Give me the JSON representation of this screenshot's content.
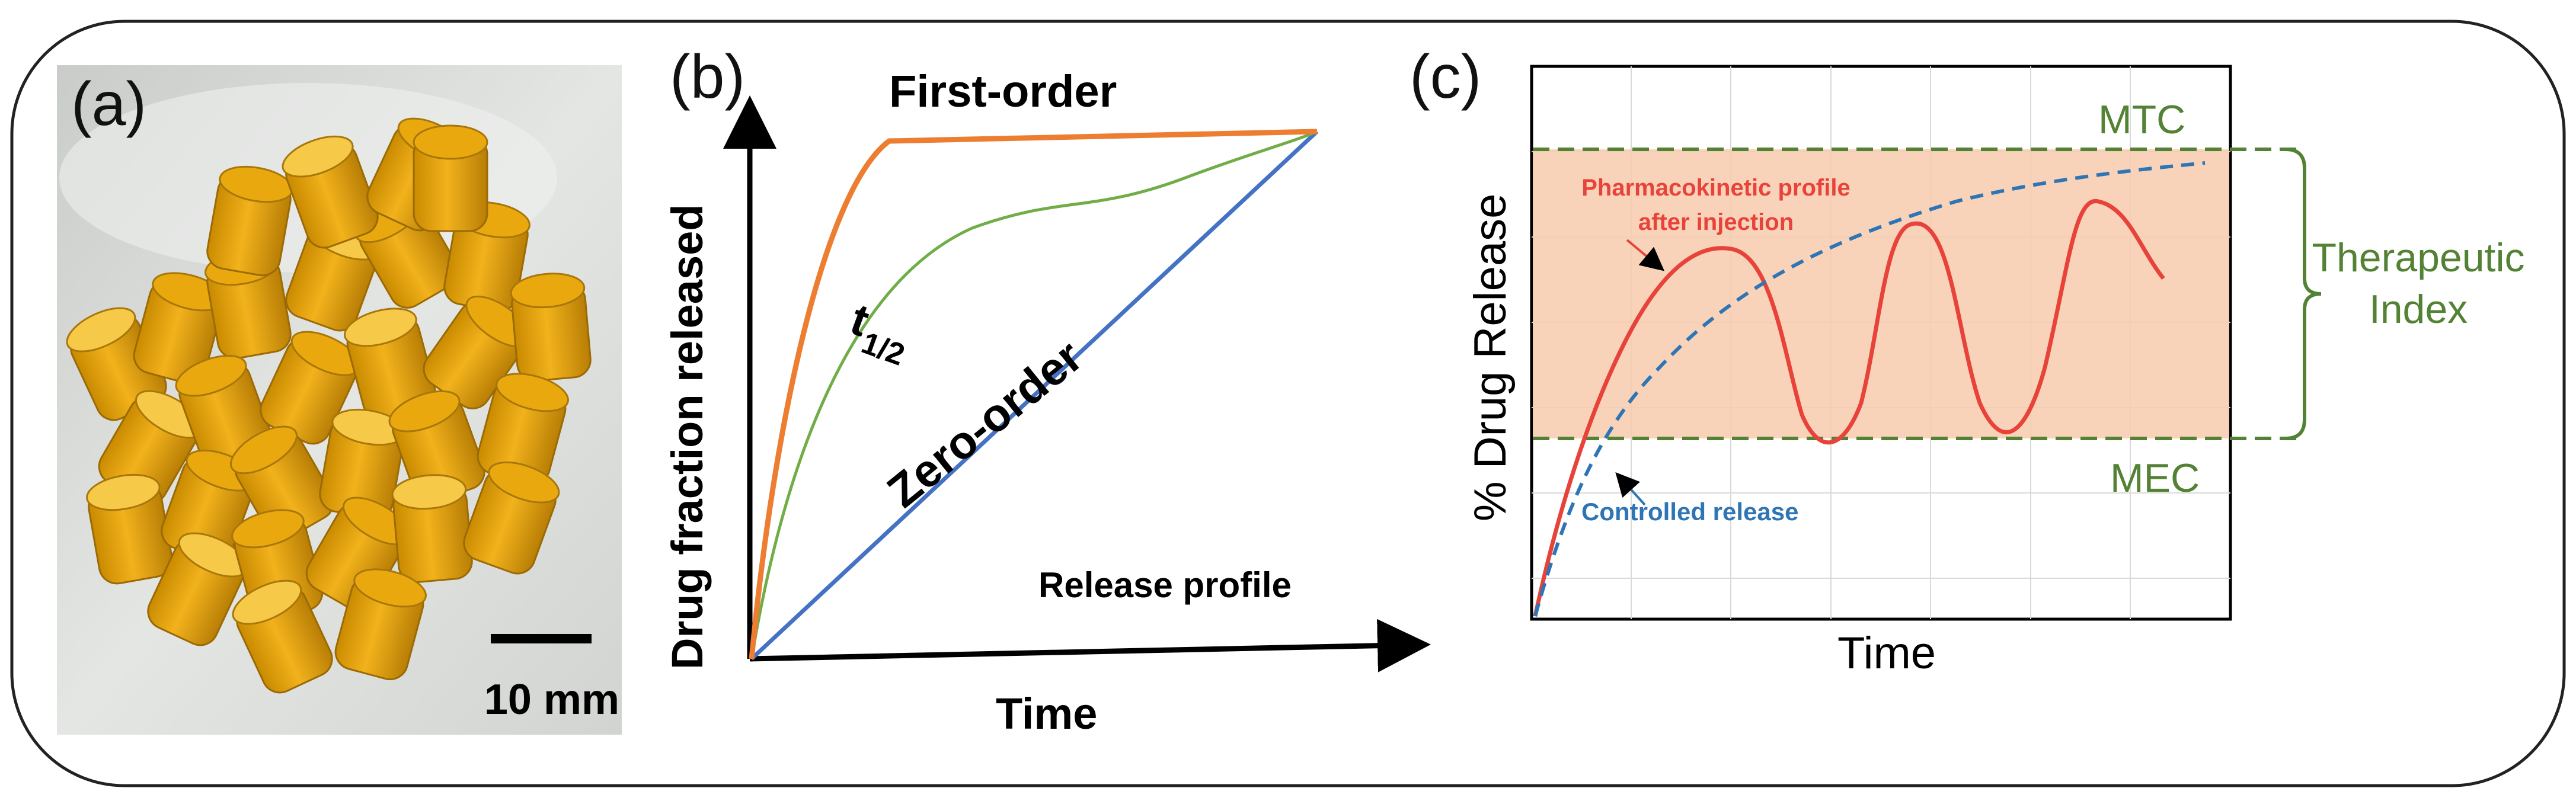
{
  "panels": {
    "a": {
      "label": "(a)",
      "scale_bar": "10 mm"
    },
    "b": {
      "label": "(b)",
      "title": "First-order",
      "xlabel": "Time",
      "ylabel": "Drug fraction released",
      "curve_labels": {
        "t_half_main": "t",
        "t_half_sub": "1/2",
        "zero_order": "Zero-order"
      },
      "caption": "Release profile",
      "colors": {
        "first_order": "#ed7d31",
        "half": "#70ad47",
        "zero_order": "#4472c4"
      }
    },
    "c": {
      "label": "(c)",
      "xlabel": "Time",
      "ylabel": "% Drug Release",
      "mtc": "MTC",
      "mec": "MEC",
      "therapeutic_index": [
        "Therapeutic",
        "Index"
      ],
      "pk_label": [
        "Pharmacokinetic profile",
        "after injection"
      ],
      "cr_label": "Controlled release",
      "colors": {
        "band": "#f8cbad",
        "green": "#548235",
        "red": "#e8433a",
        "blue": "#2e75b6"
      }
    }
  }
}
